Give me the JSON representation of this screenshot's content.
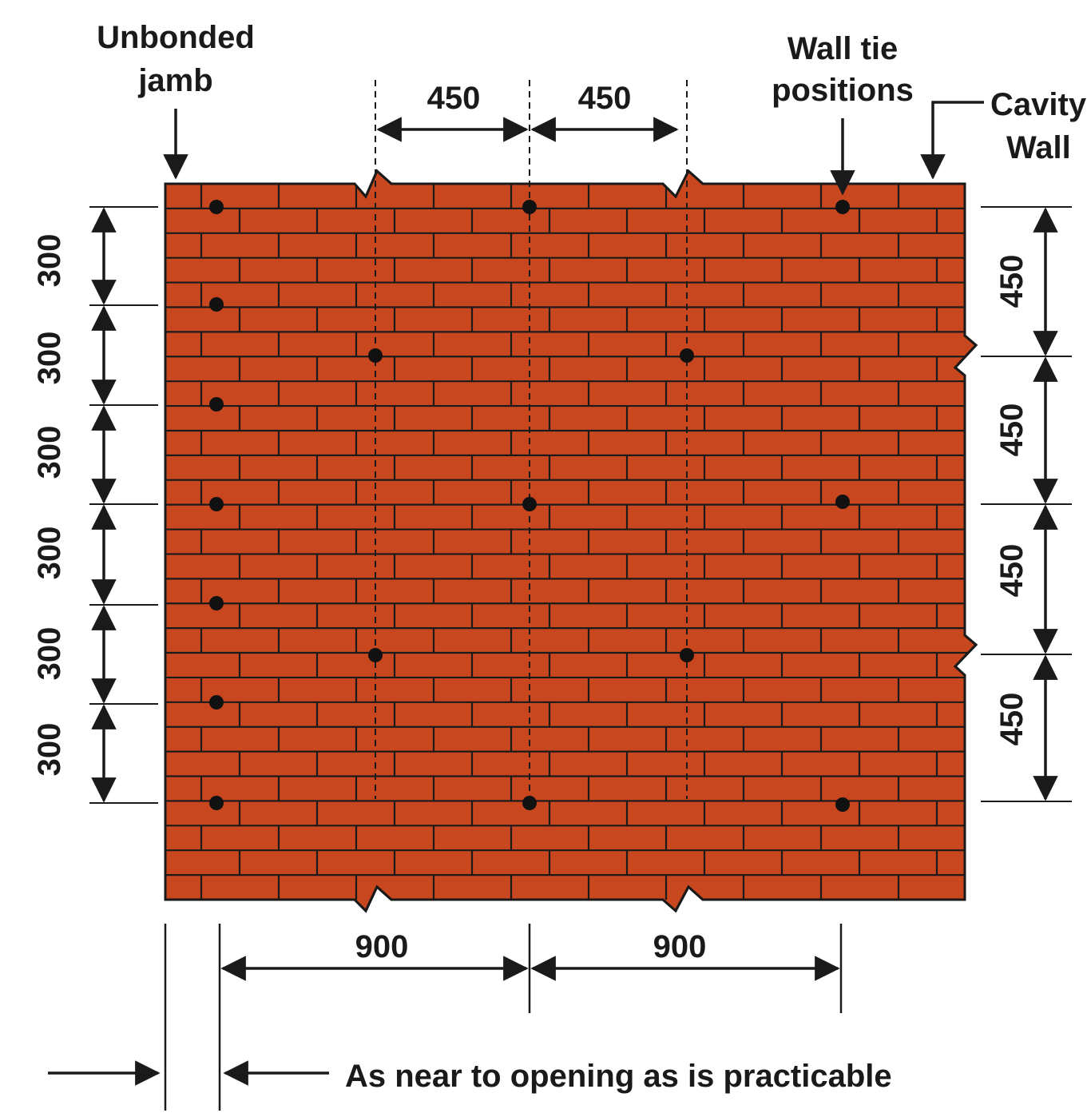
{
  "labels": {
    "unbonded_jamb_line1": "Unbonded",
    "unbonded_jamb_line2": "jamb",
    "wall_tie_line1": "Wall tie",
    "wall_tie_line2": "positions",
    "cavity_wall_line1": "Cavity",
    "cavity_wall_line2": "Wall",
    "bottom_note": "As near to opening as is practicable"
  },
  "dimensions": {
    "top": [
      "450",
      "450"
    ],
    "left": [
      "300",
      "300",
      "300",
      "300",
      "300",
      "300"
    ],
    "right": [
      "450",
      "450",
      "450",
      "450"
    ],
    "bottom": [
      "900",
      "900"
    ]
  },
  "colors": {
    "brick": "#c9471f",
    "mortar": "#1a1a1a",
    "tie": "#111111",
    "text": "#1a1a1a"
  }
}
